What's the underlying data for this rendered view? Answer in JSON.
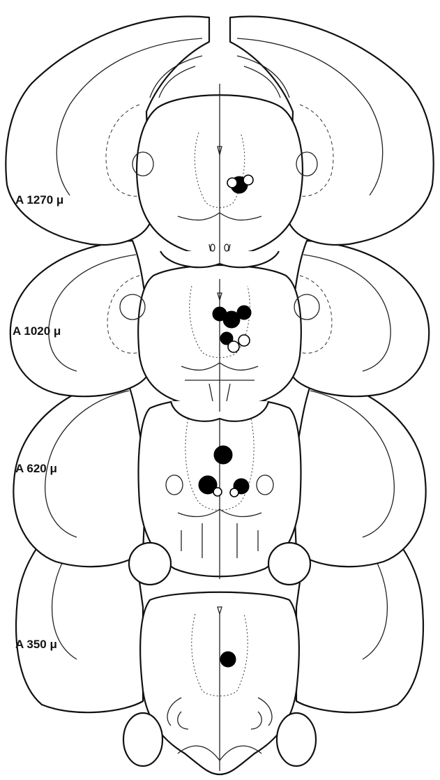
{
  "figure": {
    "sections": [
      {
        "id": "a1270",
        "label": "A 1270 μ"
      },
      {
        "id": "a1020",
        "label": "A 1020 μ"
      },
      {
        "id": "a620",
        "label": "A 620 μ"
      },
      {
        "id": "a350",
        "label": "A 350 μ"
      }
    ],
    "colors": {
      "line": "#111111",
      "background": "#ffffff",
      "lesion_filled": "#000000",
      "lesion_open": "#ffffff"
    }
  }
}
